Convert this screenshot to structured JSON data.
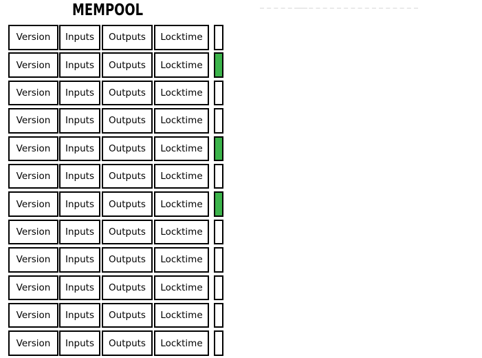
{
  "title": "MEMPOOL",
  "colors": {
    "background": "#ffffff",
    "text": "#000000",
    "box_border": "#000000",
    "box_fill": "#ffffff",
    "status_filled": "#3cb44b",
    "status_empty": "#ffffff",
    "dashed_line": "#e9e9e9"
  },
  "mempool": {
    "rows": [
      {
        "version": "Version",
        "inputs": "Inputs",
        "outputs": "Outputs",
        "locktime": "Locktime",
        "status": "empty"
      },
      {
        "version": "Version",
        "inputs": "Inputs",
        "outputs": "Outputs",
        "locktime": "Locktime",
        "status": "filled"
      },
      {
        "version": "Version",
        "inputs": "Inputs",
        "outputs": "Outputs",
        "locktime": "Locktime",
        "status": "empty"
      },
      {
        "version": "Version",
        "inputs": "Inputs",
        "outputs": "Outputs",
        "locktime": "Locktime",
        "status": "empty"
      },
      {
        "version": "Version",
        "inputs": "Inputs",
        "outputs": "Outputs",
        "locktime": "Locktime",
        "status": "filled"
      },
      {
        "version": "Version",
        "inputs": "Inputs",
        "outputs": "Outputs",
        "locktime": "Locktime",
        "status": "empty"
      },
      {
        "version": "Version",
        "inputs": "Inputs",
        "outputs": "Outputs",
        "locktime": "Locktime",
        "status": "filled"
      },
      {
        "version": "Version",
        "inputs": "Inputs",
        "outputs": "Outputs",
        "locktime": "Locktime",
        "status": "empty"
      },
      {
        "version": "Version",
        "inputs": "Inputs",
        "outputs": "Outputs",
        "locktime": "Locktime",
        "status": "empty"
      },
      {
        "version": "Version",
        "inputs": "Inputs",
        "outputs": "Outputs",
        "locktime": "Locktime",
        "status": "empty"
      },
      {
        "version": "Version",
        "inputs": "Inputs",
        "outputs": "Outputs",
        "locktime": "Locktime",
        "status": "empty"
      },
      {
        "version": "Version",
        "inputs": "Inputs",
        "outputs": "Outputs",
        "locktime": "Locktime",
        "status": "empty"
      }
    ]
  }
}
